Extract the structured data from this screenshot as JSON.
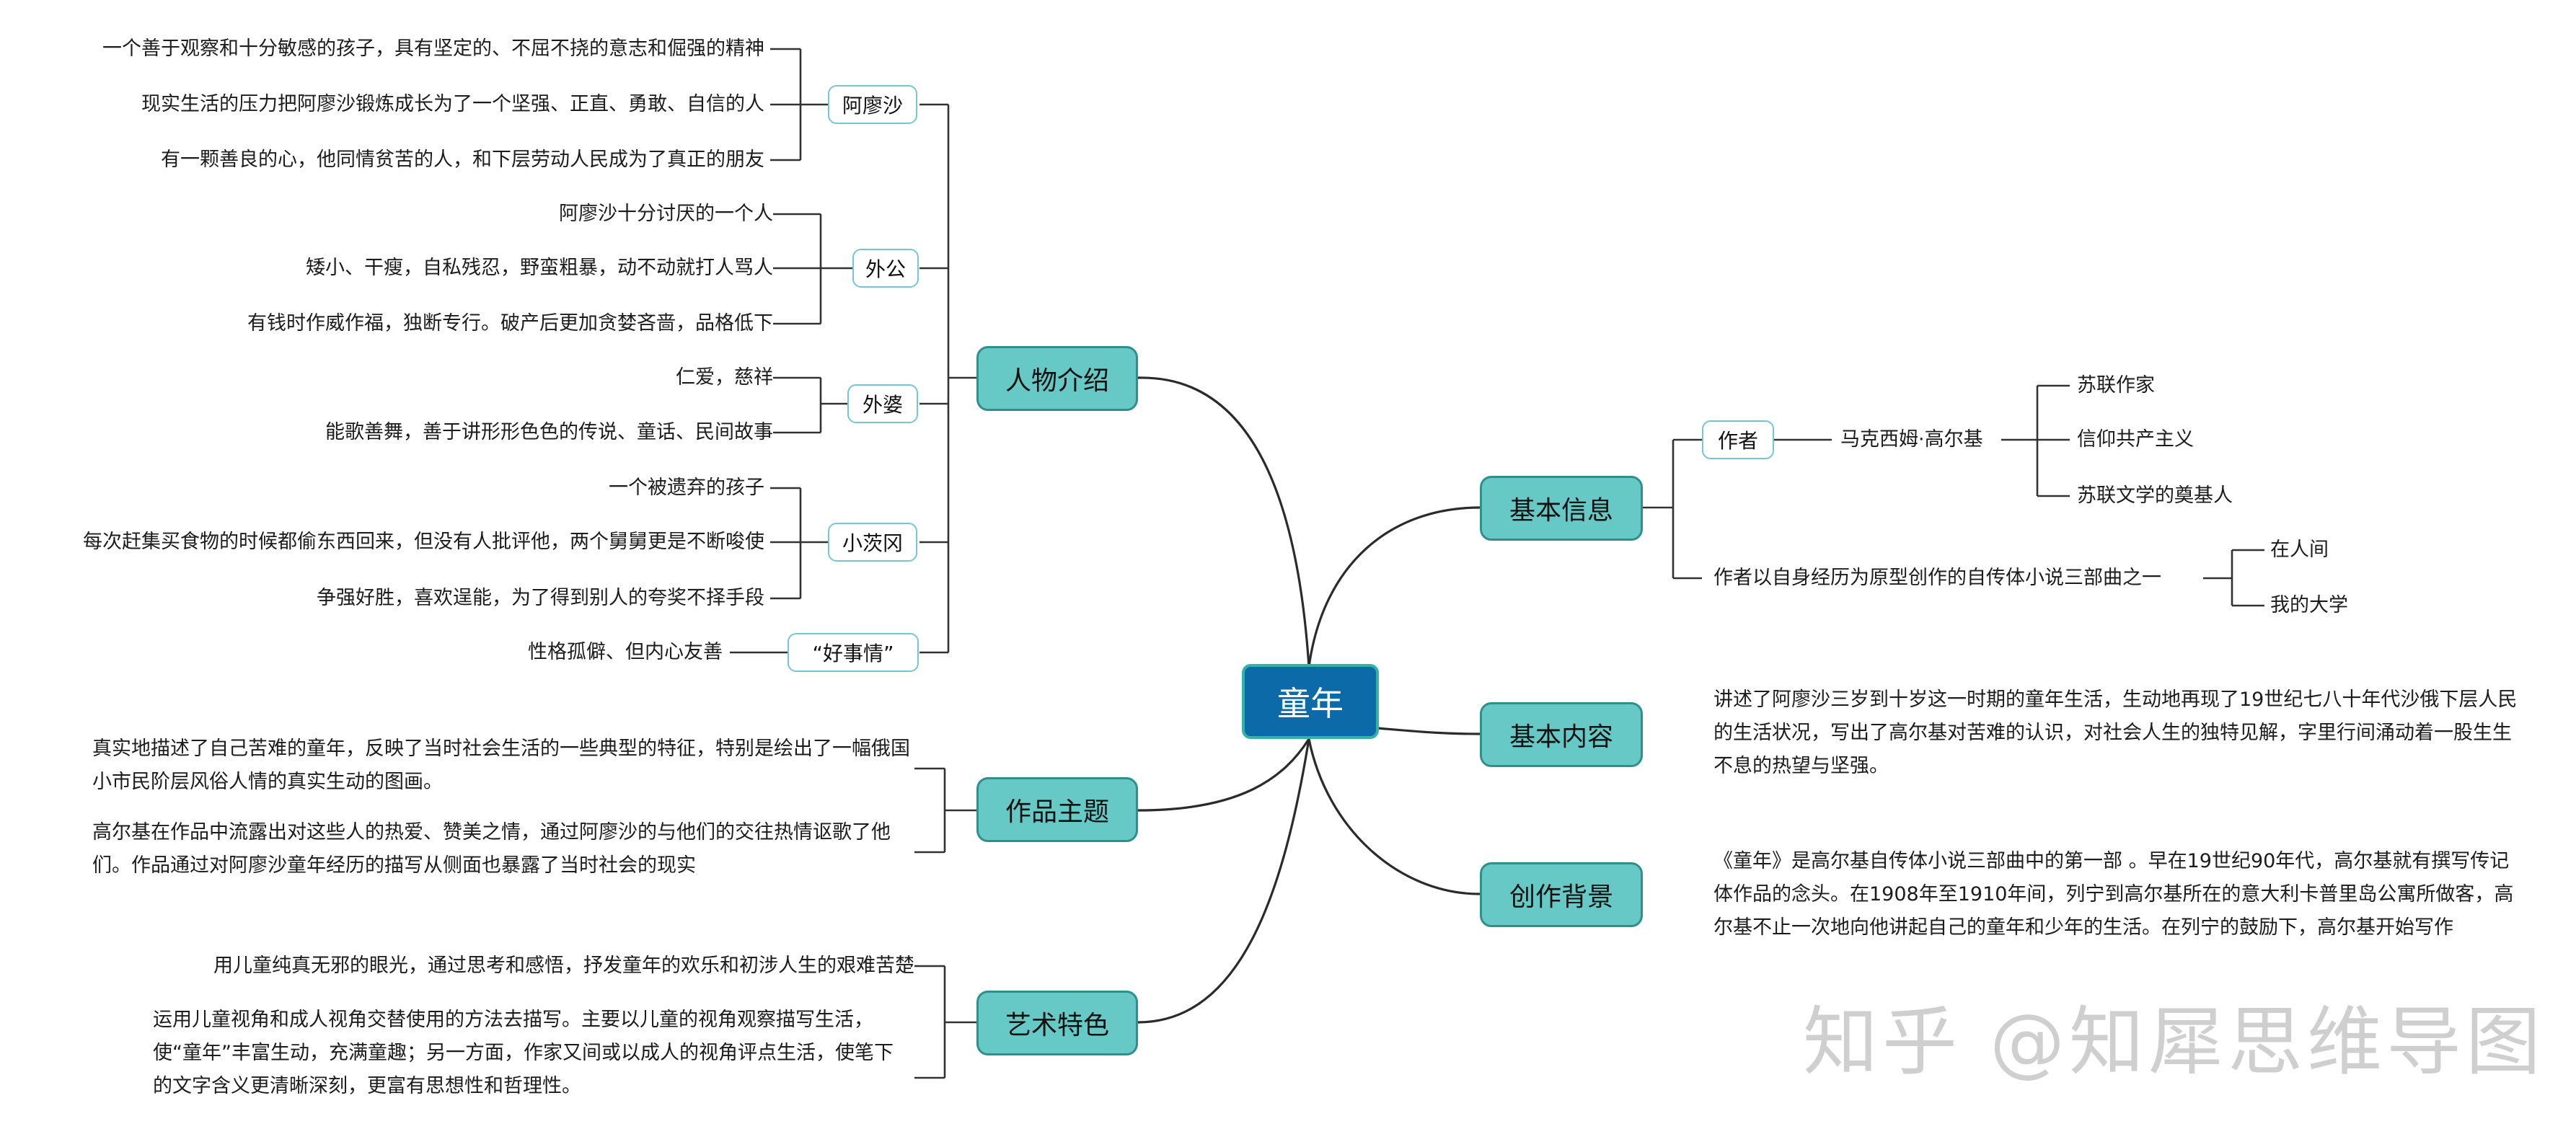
{
  "root": {
    "label": "童年"
  },
  "left": {
    "characters": {
      "label": "人物介绍",
      "groups": [
        {
          "label": "阿廖沙",
          "items": [
            "一个善于观察和十分敏感的孩子，具有坚定的、不屈不挠的意志和倔强的精神",
            "现实生活的压力把阿廖沙锻炼成长为了一个坚强、正直、勇敢、自信的人",
            "有一颗善良的心，他同情贫苦的人，和下层劳动人民成为了真正的朋友"
          ]
        },
        {
          "label": "外公",
          "items": [
            "阿廖沙十分讨厌的一个人",
            "矮小、干瘦，自私残忍，野蛮粗暴，动不动就打人骂人",
            "有钱时作威作福，独断专行。破产后更加贪婪吝啬，品格低下"
          ]
        },
        {
          "label": "外婆",
          "items": [
            "仁爱，慈祥",
            "能歌善舞，善于讲形形色色的传说、童话、民间故事"
          ]
        },
        {
          "label": "小茨冈",
          "items": [
            "一个被遗弃的孩子",
            "每次赶集买食物的时候都偷东西回来，但没有人批评他，两个舅舅更是不断唆使",
            "争强好胜，喜欢逞能，为了得到别人的夸奖不择手段"
          ]
        },
        {
          "label": "“好事情”",
          "items": [
            "性格孤僻、但内心友善"
          ]
        }
      ]
    },
    "theme": {
      "label": "作品主题",
      "items": [
        "真实地描述了自己苦难的童年，反映了当时社会生活的一些典型的特征，特别是绘出了一幅俄国小市民阶层风俗人情的真实生动的图画。",
        "高尔基在作品中流露出对这些人的热爱、赞美之情，通过阿廖沙的与他们的交往热情讴歌了他们。作品通过对阿廖沙童年经历的描写从侧面也暴露了当时社会的现实"
      ]
    },
    "art": {
      "label": "艺术特色",
      "items": [
        "用儿童纯真无邪的眼光，通过思考和感悟，抒发童年的欢乐和初涉人生的艰难苦楚",
        "运用儿童视角和成人视角交替使用的方法去描写。主要以儿童的视角观察描写生活，使“童年”丰富生动，充满童趣；另一方面，作家又间或以成人的视角评点生活，使笔下的文字含义更清晰深刻，更富有思想性和哲理性。"
      ]
    }
  },
  "right": {
    "basic": {
      "label": "基本信息",
      "author": {
        "label": "作者",
        "name": "马克西姆·高尔基",
        "traits": [
          "苏联作家",
          "信仰共产主义",
          "苏联文学的奠基人"
        ]
      },
      "trilogy": {
        "text": "作者以自身经历为原型创作的自传体小说三部曲之一",
        "books": [
          "在人间",
          "我的大学"
        ]
      }
    },
    "content": {
      "label": "基本内容",
      "text": "讲述了阿廖沙三岁到十岁这一时期的童年生活，生动地再现了19世纪七八十年代沙俄下层人民的生活状况，写出了高尔基对苦难的认识，对社会人生的独特见解，字里行间涌动着一股生生不息的热望与坚强。"
    },
    "background": {
      "label": "创作背景",
      "text": "《童年》是高尔基自传体小说三部曲中的第一部 。早在19世纪90年代，高尔基就有撰写传记体作品的念头。在1908年至1910年间，列宁到高尔基所在的意大利卡普里岛公寓所做客，高尔基不止一次地向他讲起自己的童年和少年的生活。在列宁的鼓励下，高尔基开始写作"
    }
  },
  "watermark": "知乎 @知犀思维导图",
  "colors": {
    "root_fill": "#0d6aa8",
    "root_border": "#33b3a6",
    "main_fill": "#66c9c5",
    "sub_border": "#74c6d6"
  }
}
